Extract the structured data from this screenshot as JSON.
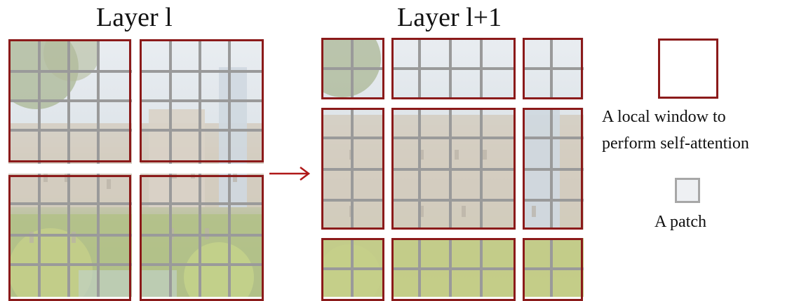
{
  "titles": {
    "left": "Layer l",
    "right": "Layer l+1"
  },
  "legend": {
    "window_line1": "A local window to",
    "window_line2": "perform self-attention",
    "patch_label": "A patch"
  },
  "colors": {
    "window_border": "#8b1a1a",
    "patch_grid": "#9a9a9a",
    "arrow": "#b01818"
  },
  "icons": {
    "arrow": "right-arrow-icon"
  }
}
